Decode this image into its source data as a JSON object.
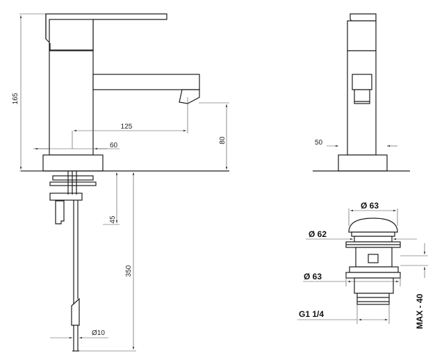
{
  "dimensions": {
    "height_total": "165",
    "reach": "125",
    "base_offset": "60",
    "spout_height": "80",
    "side_width": "50",
    "under_counter": "45",
    "hose_length": "350",
    "hose_diameter": "Ø10",
    "waste_top_diameter": "Ø 63",
    "waste_cap_diameter": "Ø 62",
    "waste_body_diameter": "Ø 63",
    "waste_thread": "G1 1/4",
    "max_thickness": "MAX - 40"
  }
}
